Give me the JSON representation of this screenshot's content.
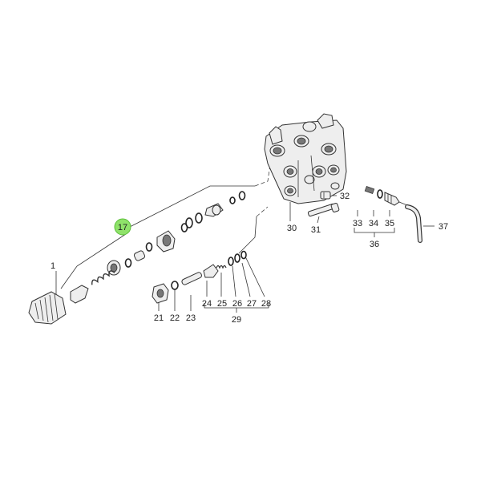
{
  "highlight_color": "#8fe26a",
  "callouts": {
    "c1": "1",
    "c17": "17",
    "c21": "21",
    "c22": "22",
    "c23": "23",
    "c24": "24",
    "c25": "25",
    "c26": "26",
    "c27": "27",
    "c28": "28",
    "c29": "29",
    "c30": "30",
    "c31": "31",
    "c32": "32",
    "c33": "33",
    "c34": "34",
    "c35": "35",
    "c36": "36",
    "c37": "37"
  }
}
